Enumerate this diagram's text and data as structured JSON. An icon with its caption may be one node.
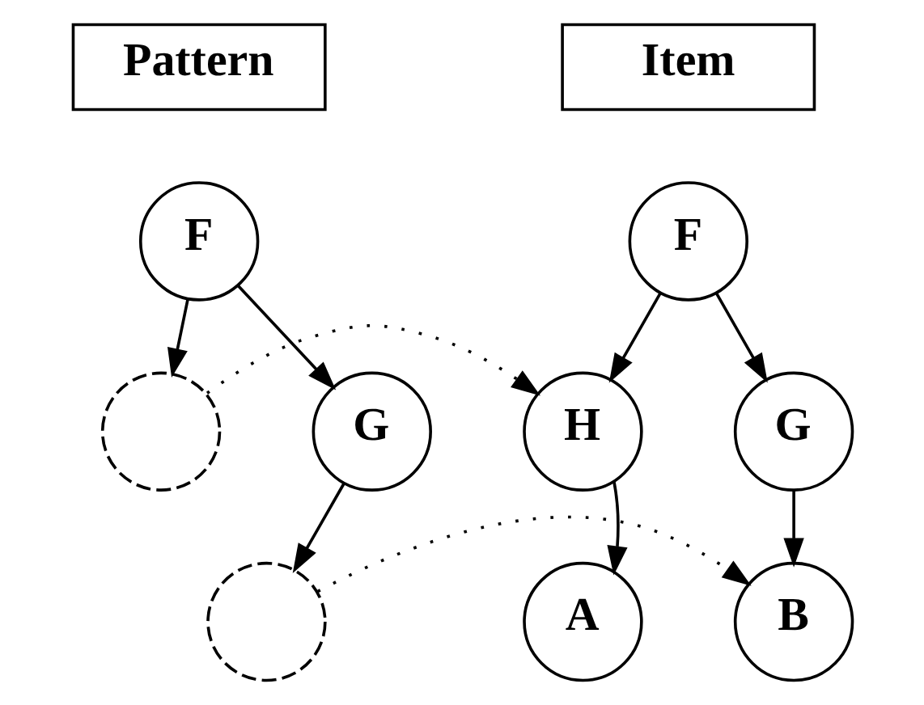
{
  "diagram": {
    "nodes": [
      {
        "text": [
          "Pattern"
        ]
      },
      {
        "text": [
          "Item"
        ]
      },
      {
        "text": [
          "F"
        ]
      },
      {
        "text": [],
        "shape": "circle"
      },
      {
        "text": [
          "G"
        ]
      },
      {
        "text": [],
        "shape": "circle"
      },
      {
        "text": [
          "F"
        ]
      },
      {
        "text": [
          "H"
        ]
      },
      {
        "text": [
          "G"
        ]
      },
      {
        "text": [
          "A"
        ]
      },
      {
        "text": [
          "B"
        ]
      }
    ],
    "edges": [
      {
        "from": 2,
        "to": 3,
        "arrow": "to"
      },
      {
        "from": 2,
        "to": 4,
        "arrow": "to"
      },
      {
        "from": 4,
        "to": 5,
        "arrow": "to"
      },
      {
        "from": 6,
        "to": 7,
        "arrow": "to"
      },
      {
        "from": 6,
        "to": 8,
        "arrow": "to"
      },
      {
        "from": 7,
        "to": 9,
        "arrow": "to"
      },
      {
        "from": 8,
        "to": 10,
        "arrow": "to"
      },
      {
        "from": 3,
        "to": 7,
        "arrow": "to",
        "style": "dashed"
      },
      {
        "from": 5,
        "to": 10,
        "arrow": "to",
        "style": "dashed"
      }
    ]
  }
}
